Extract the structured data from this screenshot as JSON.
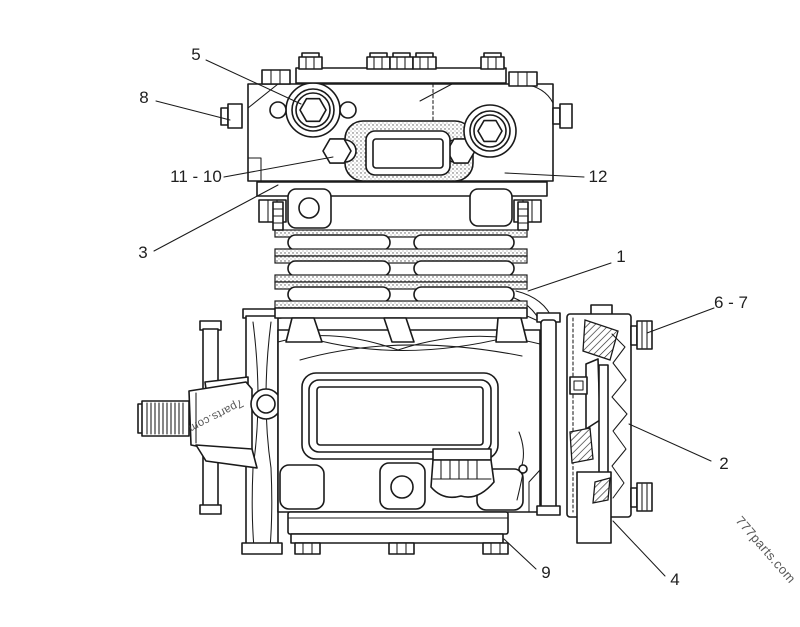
{
  "diagram": {
    "background": "#ffffff"
  },
  "callouts": [
    {
      "id": "5",
      "label": "5"
    },
    {
      "id": "8",
      "label": "8"
    },
    {
      "id": "11-10",
      "label": "11 - 10"
    },
    {
      "id": "3",
      "label": "3"
    },
    {
      "id": "12",
      "label": "12"
    },
    {
      "id": "1",
      "label": "1"
    },
    {
      "id": "6-7",
      "label": "6 - 7"
    },
    {
      "id": "2",
      "label": "2"
    },
    {
      "id": "4",
      "label": "4"
    },
    {
      "id": "9",
      "label": "9"
    }
  ],
  "watermarks": [
    {
      "id": "left",
      "text": "7parts.com"
    },
    {
      "id": "bottom-right",
      "text": "777parts.com"
    }
  ],
  "colors": {
    "line": "#1a1a1a",
    "label": "#1f1f1f",
    "watermark": "#3c3c3c",
    "background": "#ffffff"
  }
}
